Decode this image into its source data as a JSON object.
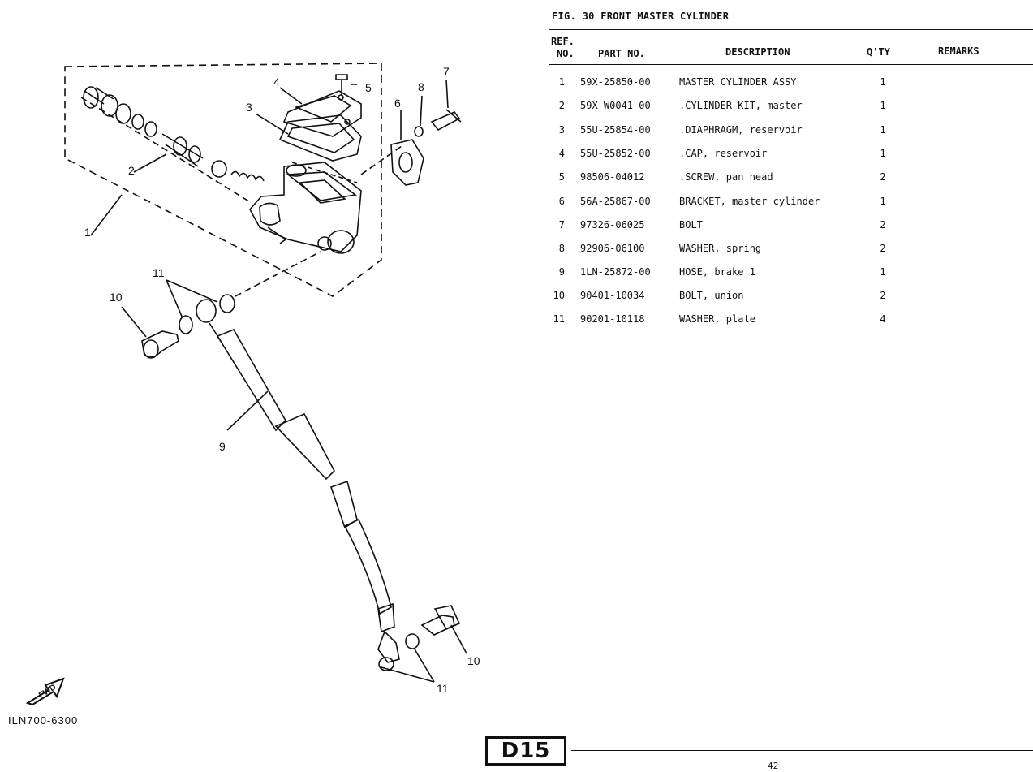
{
  "figure": {
    "title": "FIG. 30  FRONT MASTER CYLINDER"
  },
  "table": {
    "headers": {
      "ref_line1": "REF.",
      "ref_line2": "NO.",
      "part_no": "PART NO.",
      "description": "DESCRIPTION",
      "qty": "Q'TY",
      "remarks": "REMARKS"
    },
    "rows": [
      {
        "ref": "1",
        "part": "59X-25850-00",
        "desc": "MASTER CYLINDER ASSY",
        "qty": "1"
      },
      {
        "ref": "2",
        "part": "59X-W0041-00",
        "desc": ".CYLINDER KIT, master",
        "qty": "1"
      },
      {
        "ref": "3",
        "part": "55U-25854-00",
        "desc": ".DIAPHRAGM, reservoir",
        "qty": "1"
      },
      {
        "ref": "4",
        "part": "55U-25852-00",
        "desc": ".CAP, reservoir",
        "qty": "1"
      },
      {
        "ref": "5",
        "part": "98506-04012",
        "desc": ".SCREW, pan head",
        "qty": "2"
      },
      {
        "ref": "6",
        "part": "56A-25867-00",
        "desc": "BRACKET, master cylinder",
        "qty": "1"
      },
      {
        "ref": "7",
        "part": "97326-06025",
        "desc": "BOLT",
        "qty": "2"
      },
      {
        "ref": "8",
        "part": "92906-06100",
        "desc": "WASHER, spring",
        "qty": "2"
      },
      {
        "ref": "9",
        "part": "1LN-25872-00",
        "desc": "HOSE, brake 1",
        "qty": "1"
      },
      {
        "ref": "10",
        "part": "90401-10034",
        "desc": "BOLT, union",
        "qty": "2"
      },
      {
        "ref": "11",
        "part": "90201-10118",
        "desc": "WASHER, plate",
        "qty": "4"
      }
    ]
  },
  "diagram": {
    "callouts": {
      "c1": "1",
      "c2": "2",
      "c3": "3",
      "c4": "4",
      "c5": "5",
      "c6": "6",
      "c7": "7",
      "c8": "8",
      "c9": "9",
      "c10a": "10",
      "c10b": "10",
      "c11a": "11",
      "c11b": "11"
    },
    "drawing_code": "ILN700-6300",
    "fwd_label": "FWD"
  },
  "footer": {
    "section_badge": "D15",
    "page_number": "42"
  }
}
